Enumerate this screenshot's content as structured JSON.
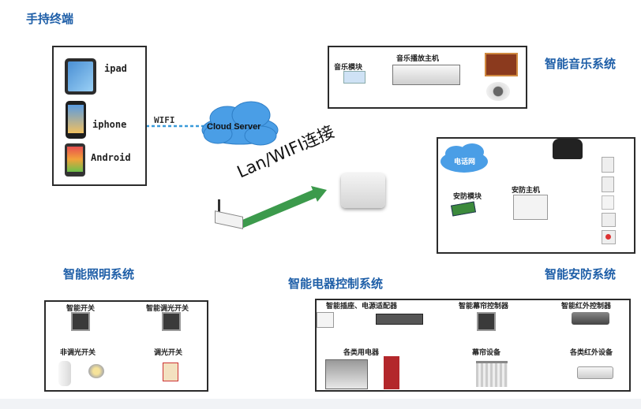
{
  "handheld": {
    "title": "手持终端",
    "devices": [
      "ipad",
      "iphone",
      "Android"
    ],
    "wifi_label": "WIFI"
  },
  "cloud": {
    "label": "Cloud Server"
  },
  "lan": {
    "label": "Lan/WIFI连接"
  },
  "music": {
    "title": "智能音乐系统",
    "module": "音乐模块",
    "host": "音乐播放主机"
  },
  "security": {
    "title": "智能安防系统",
    "phone_net": "电话网",
    "module": "安防模块",
    "host": "安防主机"
  },
  "lighting": {
    "title": "智能照明系统",
    "switch1": "智能开关",
    "switch2": "智能调光开关",
    "sub1": "非调光开关",
    "sub2": "调光开关"
  },
  "appliance": {
    "title": "智能电器控制系统",
    "col1": "智能插座、电源适配器",
    "col2": "智能幕帘控制器",
    "col3": "智能红外控制器",
    "sub1": "各类用电器",
    "sub2": "幕帘设备",
    "sub3": "各类红外设备"
  }
}
